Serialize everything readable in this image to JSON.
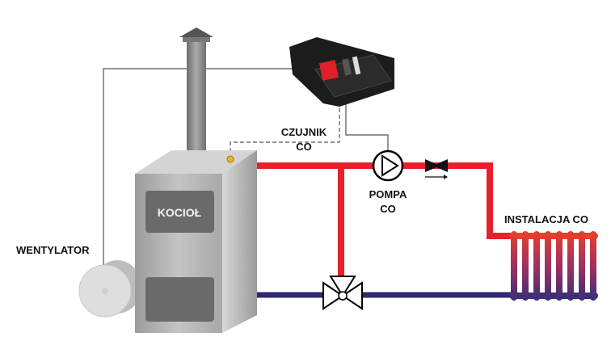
{
  "labels": {
    "boiler": "KOCIOŁ",
    "fan": "WENTYLATOR",
    "sensor_line1": "CZUJNIK",
    "sensor_line2": "CO",
    "pump_line1": "POMPA",
    "pump_line2": "CO",
    "installation": "INSTALACJA CO"
  },
  "colors": {
    "supply_pipe": "#e8202a",
    "return_pipe": "#2e2a6e",
    "boiler": "#a9a9a9",
    "controller": "#1c1c1c",
    "display": "#e0202a",
    "sensor": "#f2b520"
  }
}
